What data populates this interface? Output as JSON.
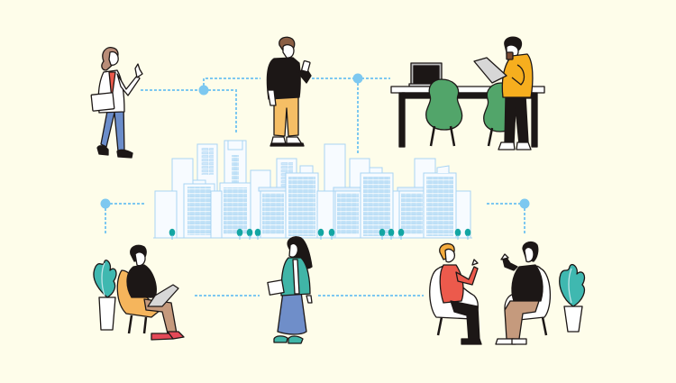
{
  "scene": {
    "title": "Business networking illustration",
    "description": "Flat-style illustration of people working around a city skyline connected by dotted network lines"
  },
  "colors": {
    "background": "#fefdea",
    "connector": "#7dc8f0",
    "building_stroke": "#a9d4f3",
    "building_fill": "#f6fbff",
    "building_window": "#bfe0f7",
    "tree": "#13a6a3",
    "ink": "#1c1716",
    "chair_green": "#52a56a",
    "hoodie_yellow": "#f6ae1e",
    "pants_orange": "#f5be65",
    "shirt_red": "#ec5a4c",
    "jeans_blue": "#6b8dca",
    "cardigan_teal": "#40b5a7",
    "skirt_blue": "#6f8ec9",
    "armchair_orange": "#f5b55c",
    "trousers_brown": "#c59a7d",
    "shoes_red": "#e44957",
    "plant_teal": "#3fb8b0",
    "plant_light": "#bfe5e8",
    "hair_brown": "#b98d78",
    "hair_orange": "#f5ac3f"
  },
  "figures": [
    {
      "id": "woman-pointing",
      "label": "Woman in white coat pointing"
    },
    {
      "id": "man-phone",
      "label": "Man in black sweater using phone"
    },
    {
      "id": "man-laptop-standing",
      "label": "Man in yellow hoodie with laptop and coffee"
    },
    {
      "id": "man-armchair-laptop",
      "label": "Man sitting in armchair with laptop"
    },
    {
      "id": "woman-standing-tablet",
      "label": "Woman in teal cardigan holding tablet"
    },
    {
      "id": "conversation-pair",
      "label": "Two people talking in armchairs"
    }
  ],
  "objects": [
    {
      "id": "desk",
      "label": "Desk with laptop and green chairs"
    },
    {
      "id": "skyline",
      "label": "City skyline"
    },
    {
      "id": "plant-left",
      "label": "Potted plant left"
    },
    {
      "id": "plant-right",
      "label": "Potted plant right"
    }
  ]
}
